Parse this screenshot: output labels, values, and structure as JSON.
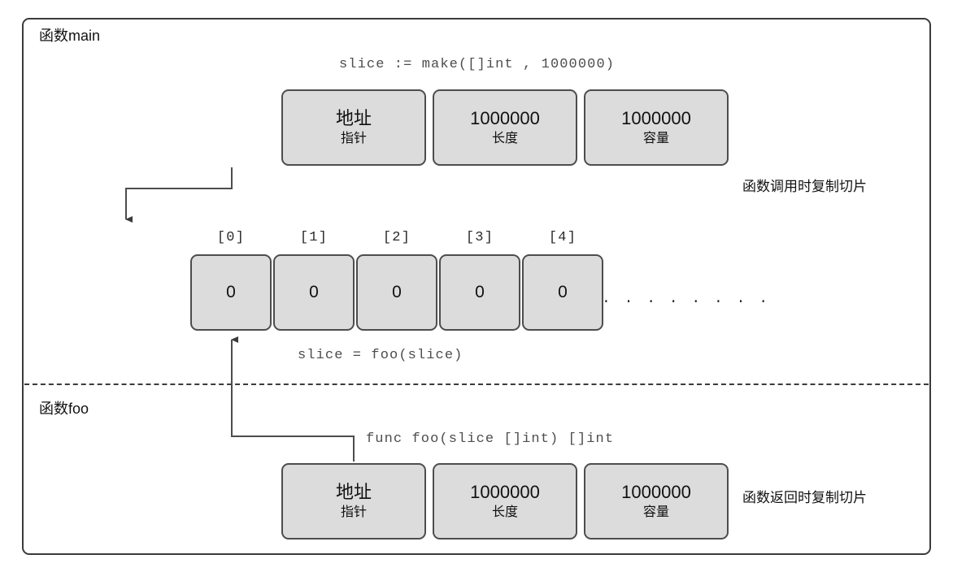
{
  "diagram": {
    "title_main": "函数main",
    "title_foo": "函数foo",
    "note_call": "函数调用时复制切片",
    "note_return": "函数返回时复制切片",
    "code_make": "slice := make([]int , 1000000)",
    "code_assign": "slice = foo(slice)",
    "code_funcsig": "func foo(slice []int) []int",
    "ellipsis": ". . . . . . . .",
    "colors": {
      "box_fill": "#dcdcdc",
      "box_border": "#4d4d4d",
      "frame_border": "#3b3b3b",
      "code_text": "#4d4d4d",
      "label_text": "#121212",
      "connector": "#4d4d4d"
    },
    "struct_main": {
      "cells": [
        {
          "main": "地址",
          "sub": "指针"
        },
        {
          "main": "1000000",
          "sub": "长度"
        },
        {
          "main": "1000000",
          "sub": "容量"
        }
      ]
    },
    "struct_foo": {
      "cells": [
        {
          "main": "地址",
          "sub": "指针"
        },
        {
          "main": "1000000",
          "sub": "长度"
        },
        {
          "main": "1000000",
          "sub": "容量"
        }
      ]
    },
    "array": {
      "indices": [
        "[0]",
        "[1]",
        "[2]",
        "[3]",
        "[4]"
      ],
      "values": [
        "0",
        "0",
        "0",
        "0",
        "0"
      ]
    }
  }
}
